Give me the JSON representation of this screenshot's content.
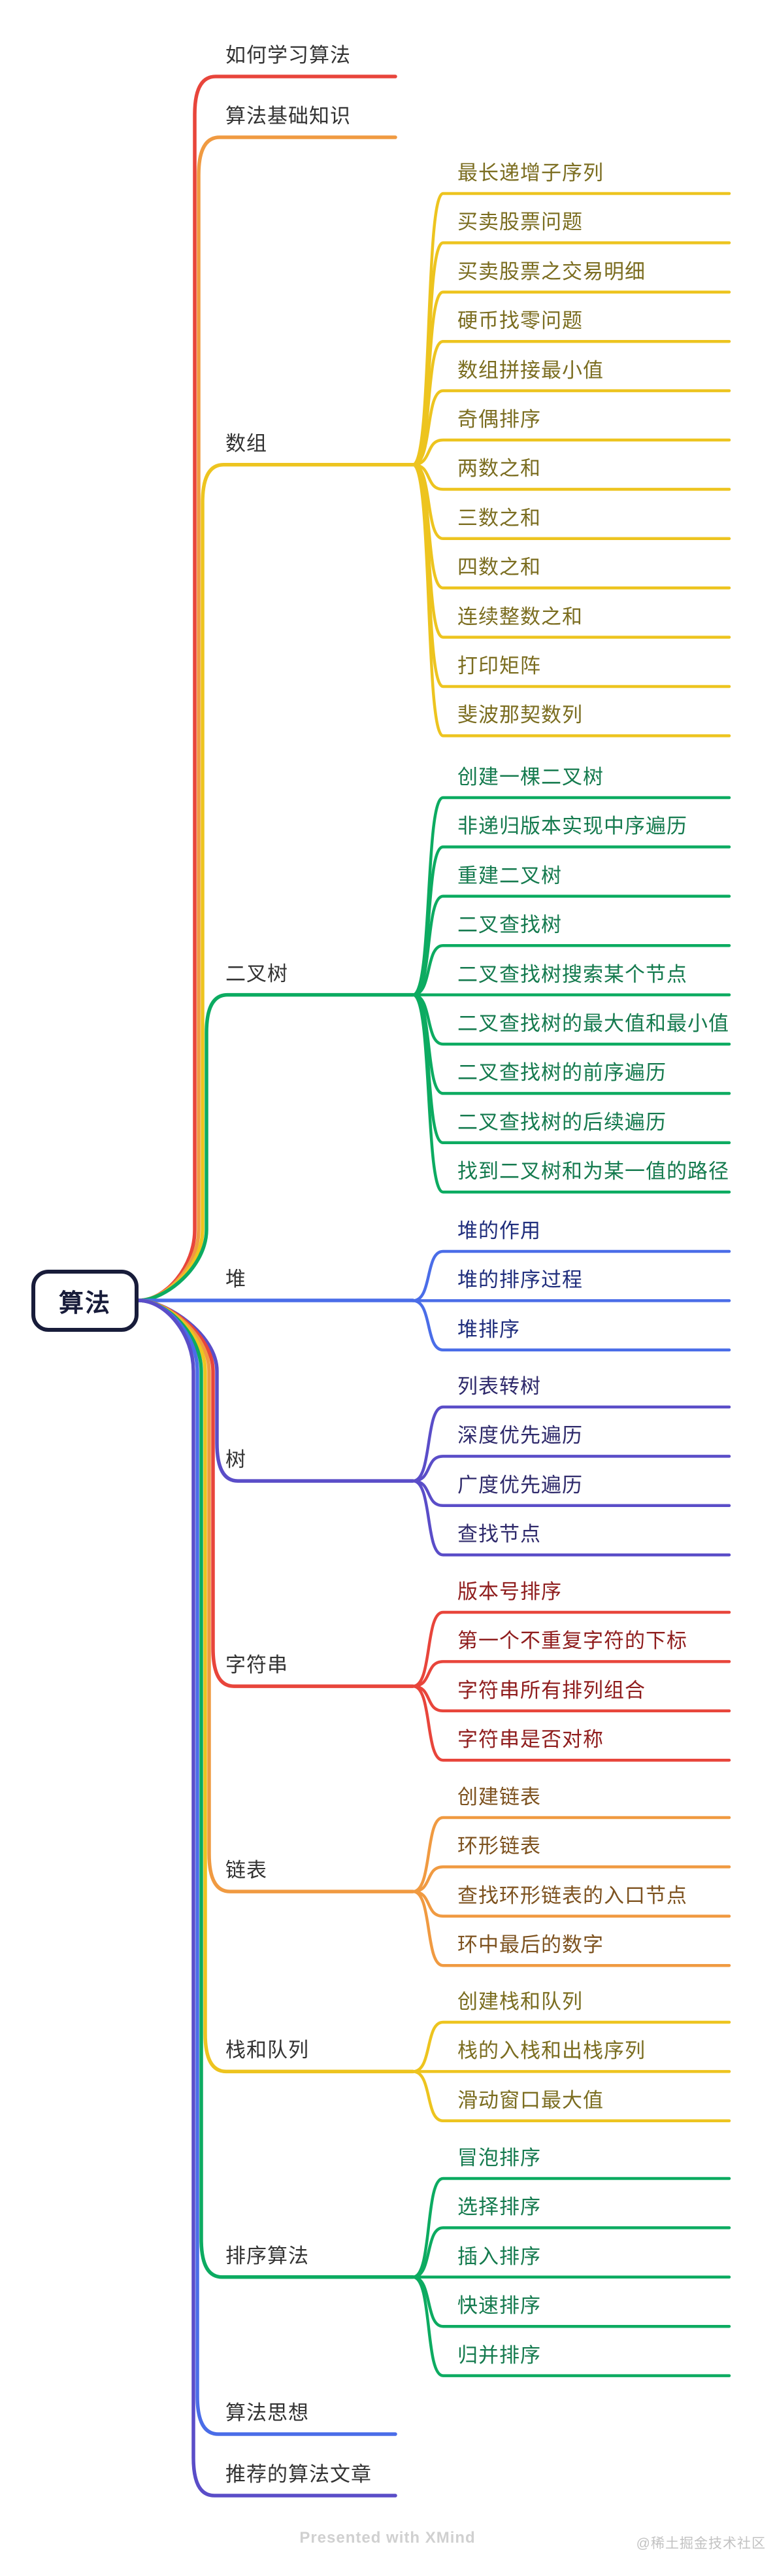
{
  "root": {
    "label": "算法"
  },
  "colors": {
    "red": {
      "line": "#e8453b",
      "text": "#8f1d1d"
    },
    "orange": {
      "line": "#f09a41",
      "text": "#7d521f"
    },
    "yellow": {
      "line": "#edc41f",
      "text": "#7b6d20"
    },
    "green": {
      "line": "#0cab61",
      "text": "#147a4e"
    },
    "blue": {
      "line": "#4a6de8",
      "text": "#1f2d7c"
    },
    "purple": {
      "line": "#5a4dc8",
      "text": "#2f2a6b"
    }
  },
  "root_color": "#181c3a",
  "branches": [
    {
      "label": "如何学习算法",
      "color": "red",
      "children": []
    },
    {
      "label": "算法基础知识",
      "color": "orange",
      "children": []
    },
    {
      "label": "数组",
      "color": "yellow",
      "children": [
        "最长递增子序列",
        "买卖股票问题",
        "买卖股票之交易明细",
        "硬币找零问题",
        "数组拼接最小值",
        "奇偶排序",
        "两数之和",
        "三数之和",
        "四数之和",
        "连续整数之和",
        "打印矩阵",
        "斐波那契数列"
      ]
    },
    {
      "label": "二叉树",
      "color": "green",
      "children": [
        "创建一棵二叉树",
        "非递归版本实现中序遍历",
        "重建二叉树",
        "二叉查找树",
        "二叉查找树搜索某个节点",
        "二叉查找树的最大值和最小值",
        "二叉查找树的前序遍历",
        "二叉查找树的后续遍历",
        "找到二叉树和为某一值的路径"
      ]
    },
    {
      "label": "堆",
      "color": "blue",
      "children": [
        "堆的作用",
        "堆的排序过程",
        "堆排序"
      ]
    },
    {
      "label": "树",
      "color": "purple",
      "children": [
        "列表转树",
        "深度优先遍历",
        "广度优先遍历",
        "查找节点"
      ]
    },
    {
      "label": "字符串",
      "color": "red",
      "children": [
        "版本号排序",
        "第一个不重复字符的下标",
        "字符串所有排列组合",
        "字符串是否对称"
      ]
    },
    {
      "label": "链表",
      "color": "orange",
      "children": [
        "创建链表",
        "环形链表",
        "查找环形链表的入口节点",
        "环中最后的数字"
      ]
    },
    {
      "label": "栈和队列",
      "color": "yellow",
      "children": [
        "创建栈和队列",
        "栈的入栈和出栈序列",
        "滑动窗口最大值"
      ]
    },
    {
      "label": "排序算法",
      "color": "green",
      "children": [
        "冒泡排序",
        "选择排序",
        "插入排序",
        "快速排序",
        "归并排序"
      ]
    },
    {
      "label": "算法思想",
      "color": "blue",
      "children": []
    },
    {
      "label": "推荐的算法文章",
      "color": "purple",
      "children": []
    }
  ],
  "footer": {
    "presented": "Presented with XMind",
    "watermark": "@稀土掘金技术社区"
  }
}
